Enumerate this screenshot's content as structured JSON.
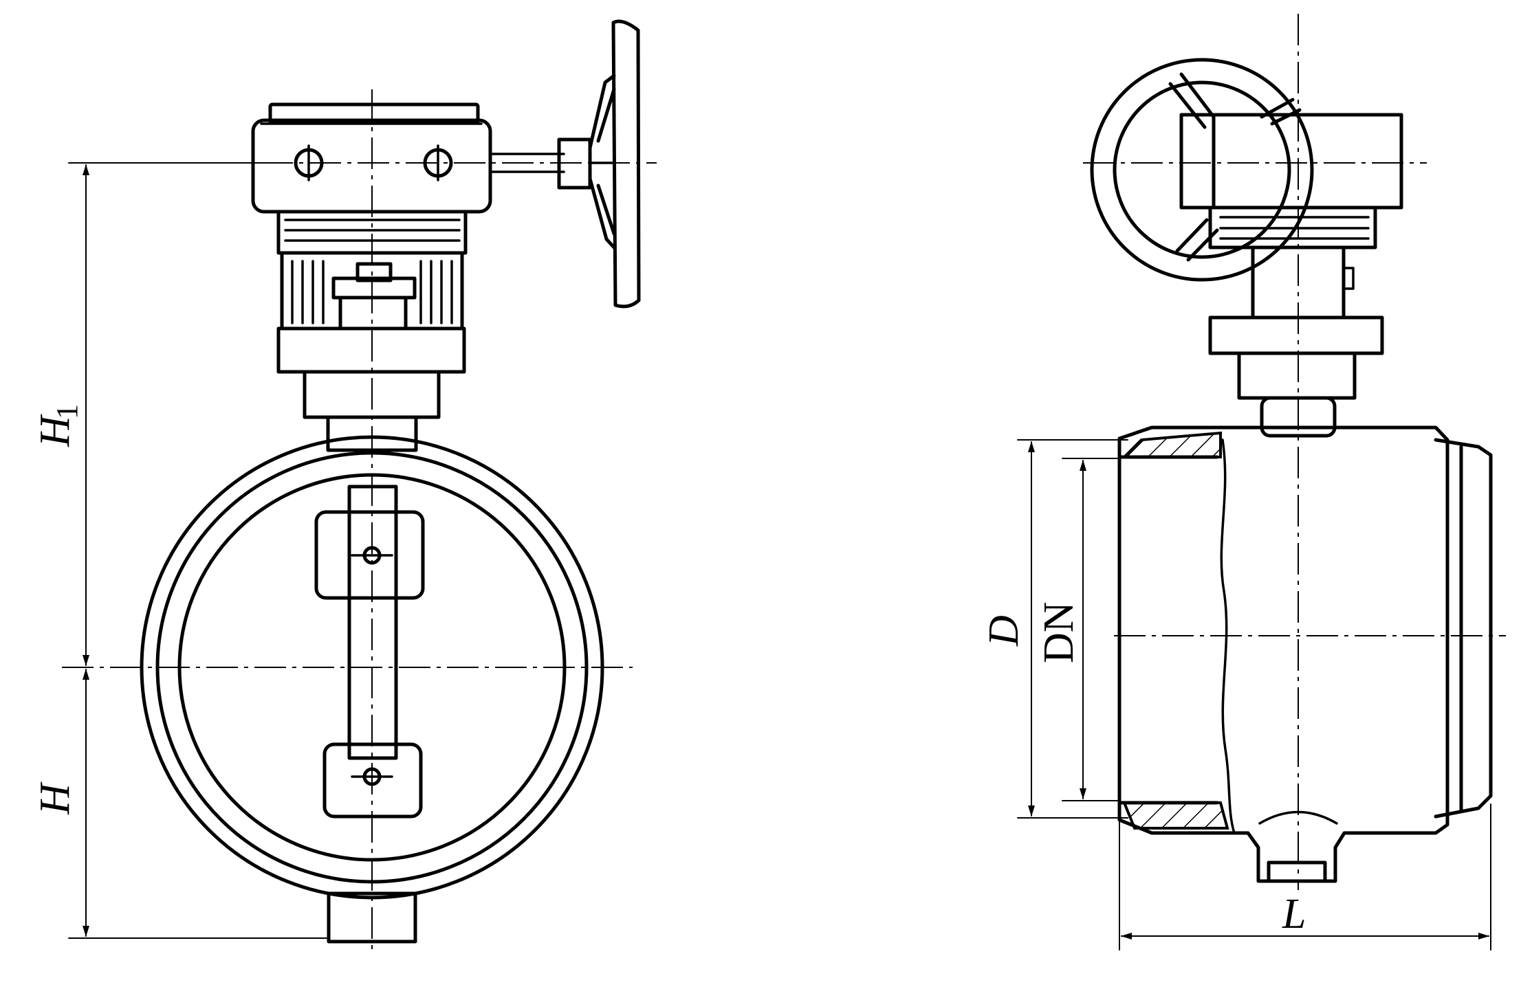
{
  "labels": {
    "h1_main": "H",
    "h1_sub": "1",
    "h": "H",
    "d": "D",
    "dn": "DN",
    "l": "L"
  }
}
